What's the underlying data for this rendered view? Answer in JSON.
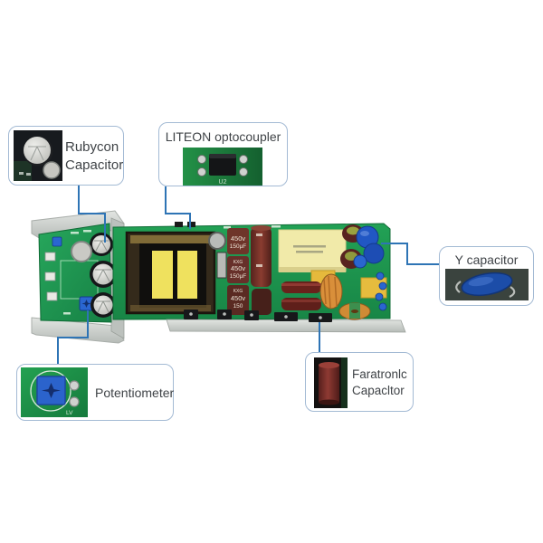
{
  "callouts": {
    "rubycon": {
      "line1": "Rubycon",
      "line2": "Capacitor"
    },
    "liteon": {
      "label": "LITEON optocoupler",
      "chip_ref": "U2"
    },
    "y_capacitor": {
      "label": "Y capacitor"
    },
    "potentiometer": {
      "label": "Potentiometer",
      "marking": "LV"
    },
    "faratronic": {
      "line1": "Faratronlc",
      "line2": "Capacltor"
    }
  },
  "pcb_text": {
    "caps": {
      "c1": {
        "v": "450v",
        "uf": "150μF"
      },
      "c2": {
        "series": "KXG",
        "v": "450v",
        "uf": "150μF"
      },
      "c3": {
        "series": "KXG",
        "v": "450v",
        "uf": "150"
      }
    }
  },
  "colors": {
    "background": "#ffffff",
    "connector_line": "#2e74b5",
    "callout_border": "#a3bad4",
    "label_text": "#3f4347",
    "pcb_green": "#1f9e52",
    "heatsink_gray": "#cbd0cc",
    "capacitor_brown": "#6b3129",
    "film_block_yellow": "#f1eaa9",
    "transformer_window_yellow": "#efe15e",
    "component_blue": "#2563c9"
  }
}
